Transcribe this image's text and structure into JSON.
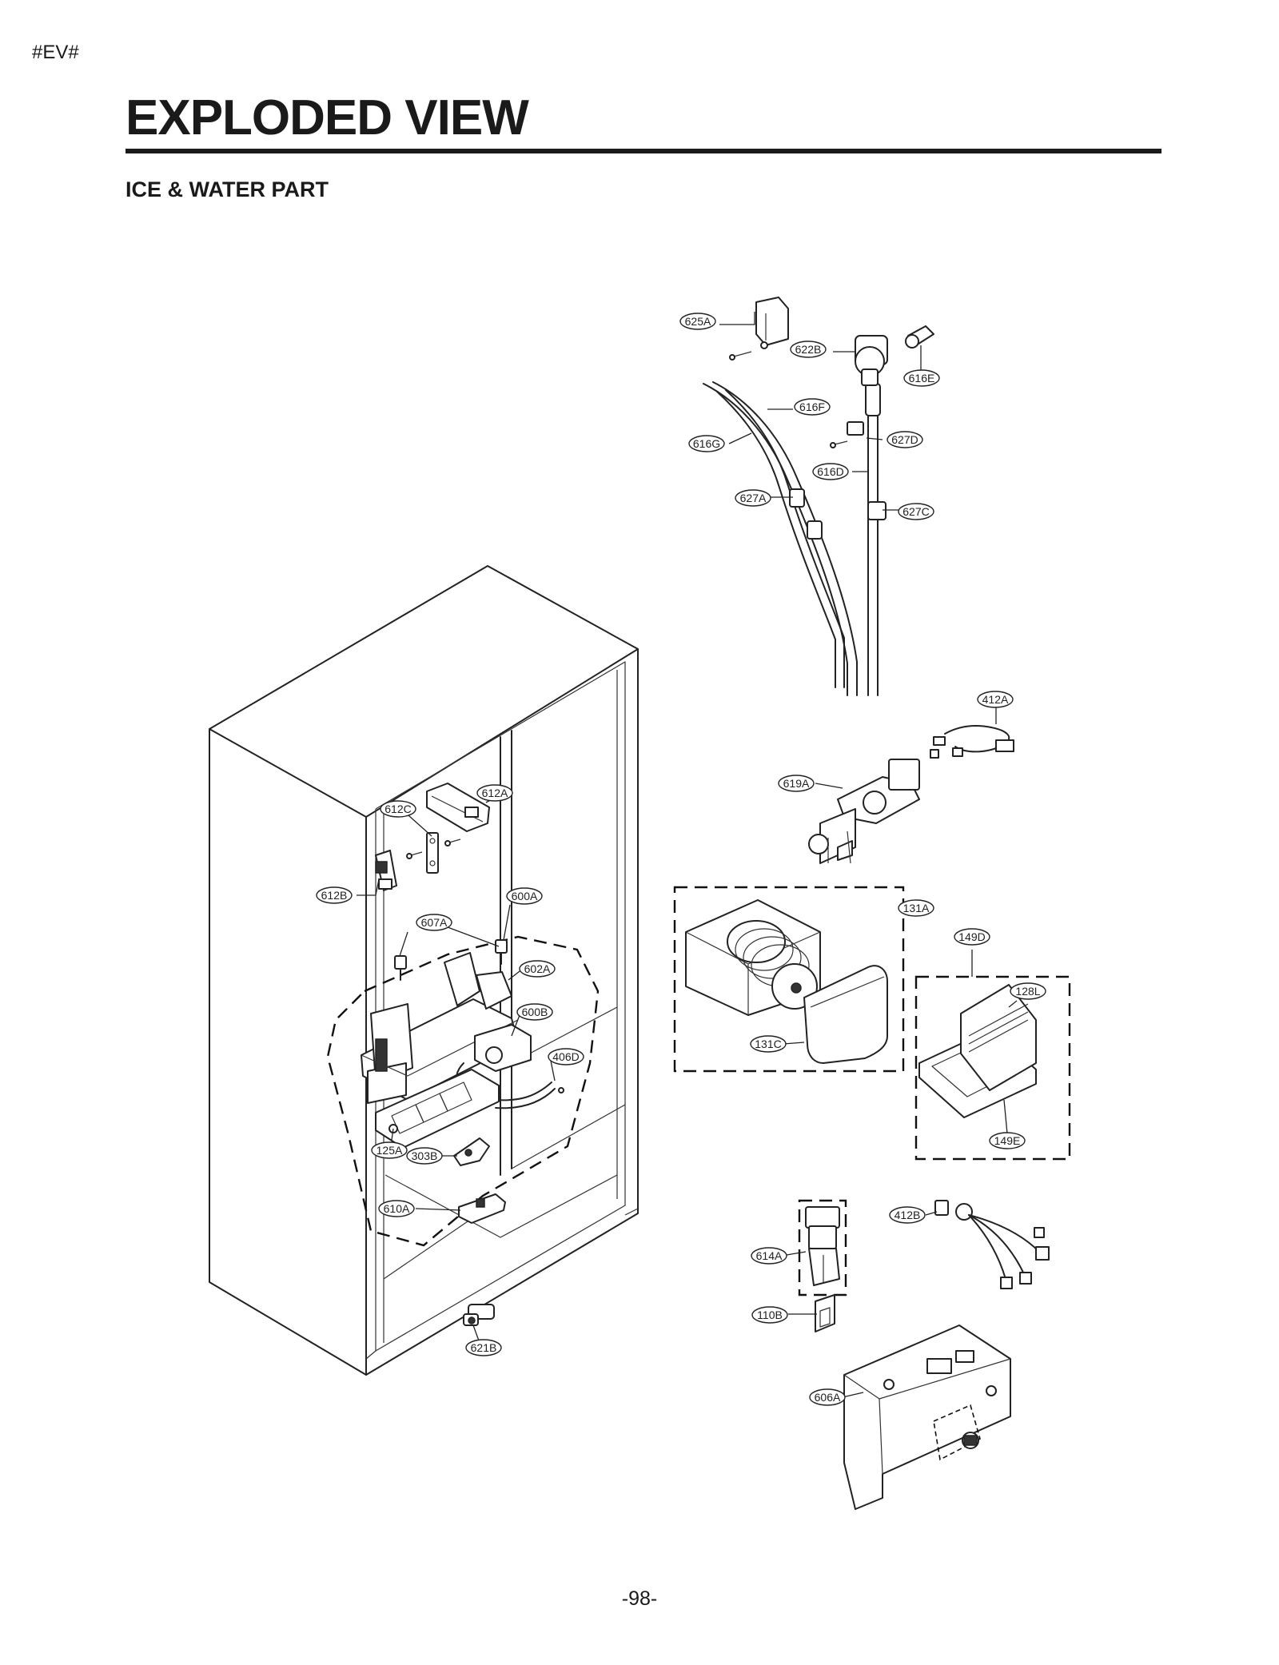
{
  "header": {
    "tag": "#EV#",
    "title": "EXPLODED VIEW",
    "subtitle": "ICE & WATER PART"
  },
  "footer": {
    "page_number": "-98-"
  },
  "callouts": [
    "625A",
    "622B",
    "616E",
    "616F",
    "616G",
    "627D",
    "616D",
    "627A",
    "627C",
    "412A",
    "619A",
    "612A",
    "612C",
    "612B",
    "600A",
    "607A",
    "602A",
    "600B",
    "406D",
    "125A",
    "303B",
    "610A",
    "621B",
    "131A",
    "149D",
    "128L",
    "131C",
    "149E",
    "412B",
    "614A",
    "110B",
    "606A"
  ]
}
